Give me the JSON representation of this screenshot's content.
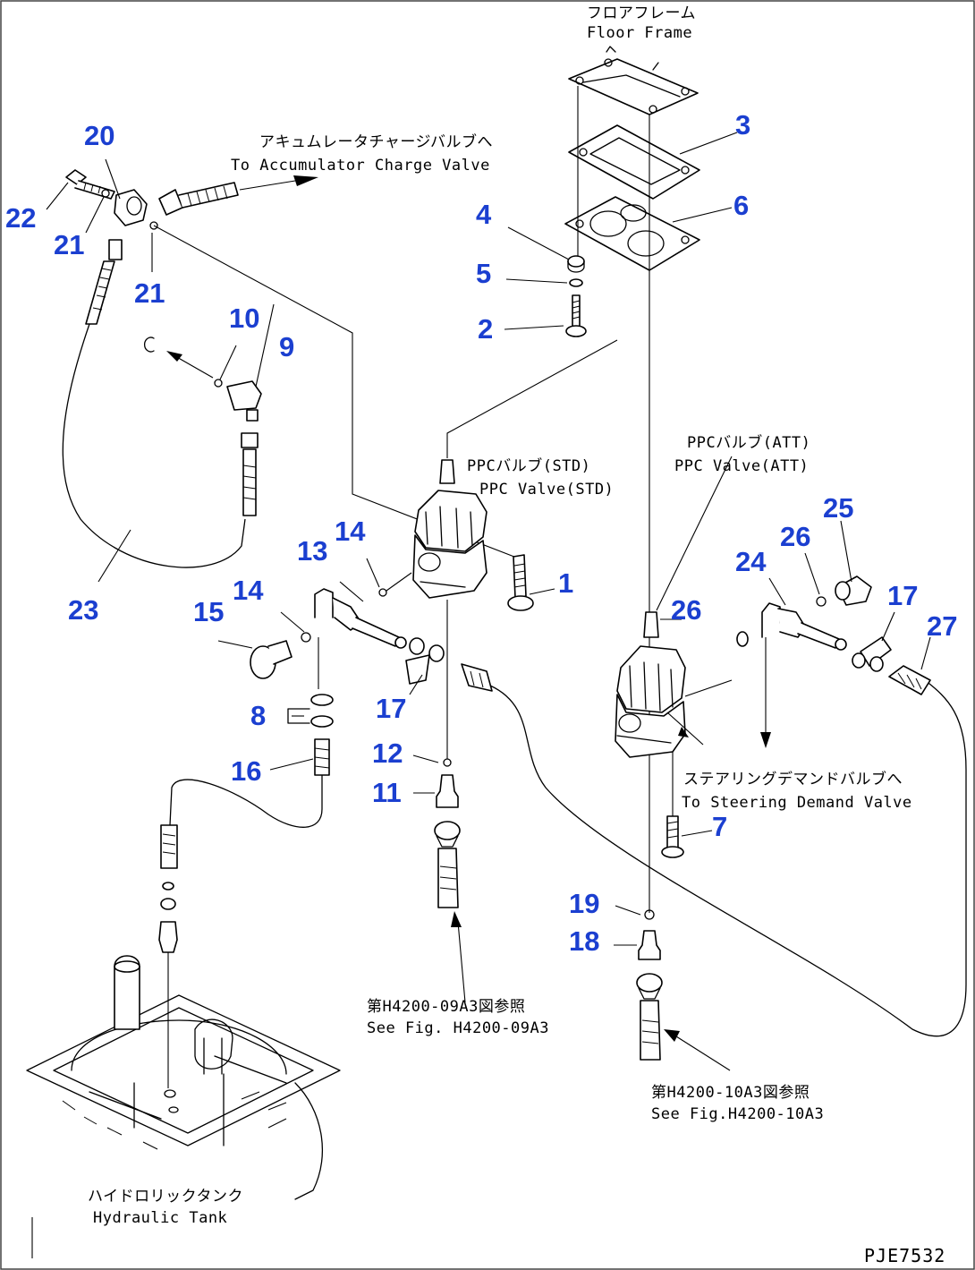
{
  "notes": {
    "floor_frame_jp": "フロアフレーム",
    "floor_frame_en": "Floor Frame",
    "accumulator_jp": "アキュムレータチャージバルブへ",
    "accumulator_en": "To Accumulator Charge Valve",
    "ppc_std_jp": "PPCバルブ(STD)",
    "ppc_std_en": "PPC Valve(STD)",
    "ppc_att_jp": "PPCバルブ(ATT)",
    "ppc_att_en": "PPC Valve(ATT)",
    "steering_jp": "ステアリングデマンドバルブへ",
    "steering_en": "To Steering Demand Valve",
    "see_09a3_jp": "第H4200-09A3図参照",
    "see_09a3_en": "See Fig. H4200-09A3",
    "see_10a3_jp": "第H4200-10A3図参照",
    "see_10a3_en": "See Fig.H4200-10A3",
    "tank_jp": "ハイドロリックタンク",
    "tank_en": "Hydraulic Tank",
    "fig_code": "PJE7532"
  },
  "callouts": {
    "c1": "1",
    "c2": "2",
    "c3": "3",
    "c4": "4",
    "c5": "5",
    "c6": "6",
    "c7": "7",
    "c8": "8",
    "c9": "9",
    "c10": "10",
    "c11": "11",
    "c12": "12",
    "c13": "13",
    "c14a": "14",
    "c14b": "14",
    "c15": "15",
    "c16": "16",
    "c17a": "17",
    "c17b": "17",
    "c18": "18",
    "c19": "19",
    "c20": "20",
    "c21a": "21",
    "c21b": "21",
    "c22": "22",
    "c23": "23",
    "c24": "24",
    "c25": "25",
    "c26a": "26",
    "c26b": "26",
    "c27": "27"
  },
  "colors": {
    "callout": "#1b3fd0",
    "line": "#000000"
  }
}
